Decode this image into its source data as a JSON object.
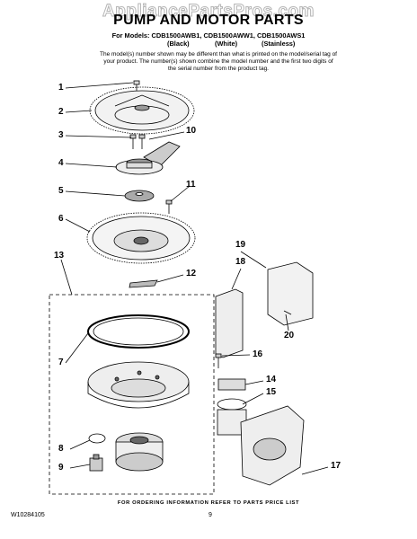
{
  "watermark": "AppliancePartsPros.com",
  "title": "PUMP AND MOTOR PARTS",
  "models_line": "For Models: CDB1500AWB1, CDB1500AWW1, CDB1500AWS1",
  "colors": [
    "(Black)",
    "(White)",
    "(Stainless)"
  ],
  "note": "The model(s) number shown may be different than what is printed on the model/serial tag of your product. The number(s) shown combine the model number and the first two digits of the serial number from the product tag.",
  "callouts": [
    "1",
    "2",
    "3",
    "4",
    "5",
    "6",
    "7",
    "8",
    "9",
    "10",
    "11",
    "12",
    "13",
    "14",
    "15",
    "16",
    "17",
    "18",
    "19",
    "20"
  ],
  "footer": "FOR ORDERING INFORMATION REFER TO PARTS PRICE LIST",
  "document_number": "W10284105",
  "page_number": "9"
}
